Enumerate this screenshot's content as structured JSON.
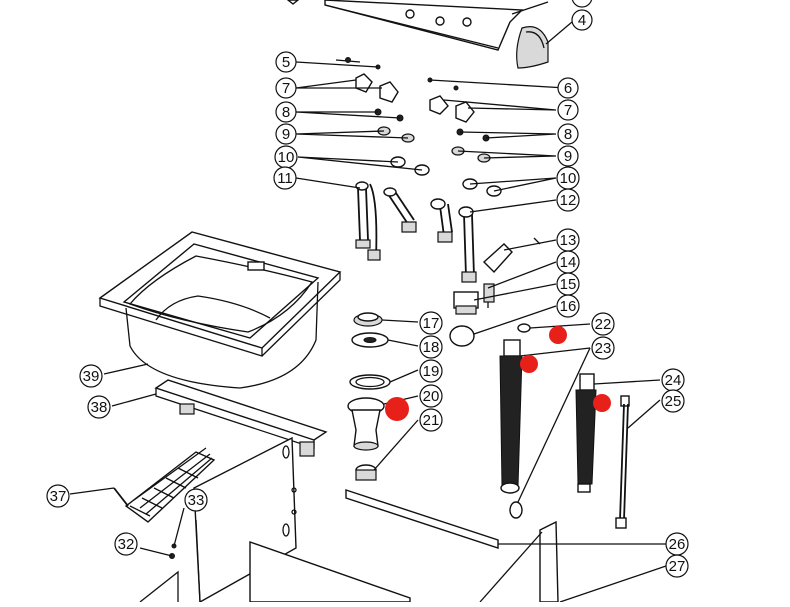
{
  "diagram": {
    "callouts": [
      {
        "label": "4"
      },
      {
        "label": "5"
      },
      {
        "label": "6"
      },
      {
        "label": "7"
      },
      {
        "label": "7"
      },
      {
        "label": "8"
      },
      {
        "label": "8"
      },
      {
        "label": "9"
      },
      {
        "label": "9"
      },
      {
        "label": "10"
      },
      {
        "label": "10"
      },
      {
        "label": "11"
      },
      {
        "label": "12"
      },
      {
        "label": "13"
      },
      {
        "label": "14"
      },
      {
        "label": "15"
      },
      {
        "label": "16"
      },
      {
        "label": "17"
      },
      {
        "label": "18"
      },
      {
        "label": "19"
      },
      {
        "label": "20"
      },
      {
        "label": "21"
      },
      {
        "label": "22"
      },
      {
        "label": "23"
      },
      {
        "label": "24"
      },
      {
        "label": "25"
      },
      {
        "label": "26"
      },
      {
        "label": "27"
      },
      {
        "label": "32"
      },
      {
        "label": "33"
      },
      {
        "label": "37"
      },
      {
        "label": "38"
      },
      {
        "label": "39"
      }
    ],
    "markers": {
      "count": 4,
      "color": "#e8201a"
    }
  }
}
